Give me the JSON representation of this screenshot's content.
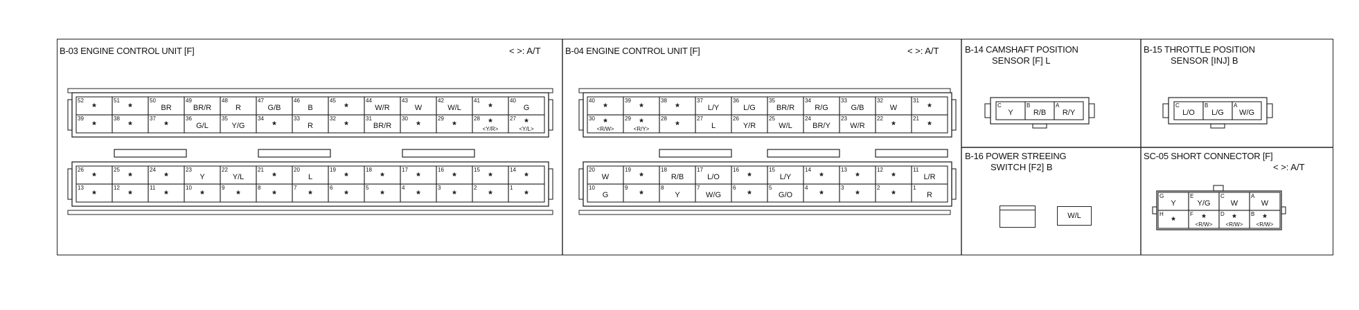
{
  "sections": {
    "b03": {
      "title": "B-03 ENGINE CONTROL UNIT [F]",
      "legend": "< >: A/T"
    },
    "b04": {
      "title": "B-04 ENGINE CONTROL UNIT [F]",
      "legend": "< >: A/T"
    },
    "b14": {
      "title": "B-14 CAMSHAFT POSITION",
      "title2": "SENSOR [F] L"
    },
    "b15": {
      "title": "B-15 THROTTLE POSITION",
      "title2": "SENSOR [INJ] B"
    },
    "b16": {
      "title": "B-16 POWER STREEING",
      "title2": "SWITCH [F2] B",
      "pin_label": "W/L"
    },
    "sc05": {
      "title": "SC-05 SHORT CONNECTOR [F]",
      "legend": "< >: A/T"
    }
  },
  "b03_pins": {
    "row1": [
      [
        "52",
        "*"
      ],
      [
        "51",
        "*"
      ],
      [
        "50",
        "BR"
      ],
      [
        "49",
        "BR/R"
      ],
      [
        "48",
        "R"
      ],
      [
        "47",
        "G/B"
      ],
      [
        "46",
        "B"
      ],
      [
        "45",
        "*"
      ],
      [
        "44",
        "W/R"
      ],
      [
        "43",
        "W"
      ],
      [
        "42",
        "W/L"
      ],
      [
        "41",
        "*"
      ],
      [
        "40",
        "G"
      ]
    ],
    "row2": [
      [
        "39",
        "*"
      ],
      [
        "38",
        "*"
      ],
      [
        "37",
        "*"
      ],
      [
        "36",
        "G/L"
      ],
      [
        "35",
        "Y/G"
      ],
      [
        "34",
        "*"
      ],
      [
        "33",
        "R"
      ],
      [
        "32",
        "*"
      ],
      [
        "31",
        "BR/R"
      ],
      [
        "30",
        "*"
      ],
      [
        "29",
        "*"
      ],
      [
        "28",
        "*|<Y/R>"
      ],
      [
        "27",
        "*|<Y/L>"
      ]
    ],
    "row3": [
      [
        "26",
        "*"
      ],
      [
        "25",
        "*"
      ],
      [
        "24",
        "*"
      ],
      [
        "23",
        "Y"
      ],
      [
        "22",
        "Y/L"
      ],
      [
        "21",
        "*"
      ],
      [
        "20",
        "L"
      ],
      [
        "19",
        "*"
      ],
      [
        "18",
        "*"
      ],
      [
        "17",
        "*"
      ],
      [
        "16",
        "*"
      ],
      [
        "15",
        "*"
      ],
      [
        "14",
        "*"
      ]
    ],
    "row4": [
      [
        "13",
        "*"
      ],
      [
        "12",
        "*"
      ],
      [
        "11",
        "*"
      ],
      [
        "10",
        "*"
      ],
      [
        "9",
        "*"
      ],
      [
        "8",
        "*"
      ],
      [
        "7",
        "*"
      ],
      [
        "6",
        "*"
      ],
      [
        "5",
        "*"
      ],
      [
        "4",
        "*"
      ],
      [
        "3",
        "*"
      ],
      [
        "2",
        "*"
      ],
      [
        "1",
        "*"
      ]
    ]
  },
  "b04_pins": {
    "row1": [
      [
        "40",
        "*"
      ],
      [
        "39",
        "*"
      ],
      [
        "38",
        "*"
      ],
      [
        "37",
        "L/Y"
      ],
      [
        "36",
        "L/G"
      ],
      [
        "35",
        "BR/R"
      ],
      [
        "34",
        "R/G"
      ],
      [
        "33",
        "G/B"
      ],
      [
        "32",
        "W"
      ],
      [
        "31",
        "*"
      ]
    ],
    "row2": [
      [
        "30",
        "*|<R/W>"
      ],
      [
        "29",
        "*|<R/Y>"
      ],
      [
        "28",
        "*"
      ],
      [
        "27",
        "L"
      ],
      [
        "26",
        "Y/R"
      ],
      [
        "25",
        "W/L"
      ],
      [
        "24",
        "BR/Y"
      ],
      [
        "23",
        "W/R"
      ],
      [
        "22",
        "*"
      ],
      [
        "21",
        "*"
      ]
    ],
    "row3": [
      [
        "20",
        "W"
      ],
      [
        "19",
        "*"
      ],
      [
        "18",
        "R/B"
      ],
      [
        "17",
        "L/O"
      ],
      [
        "16",
        "*"
      ],
      [
        "15",
        "L/Y"
      ],
      [
        "14",
        "*"
      ],
      [
        "13",
        "*"
      ],
      [
        "12",
        "*"
      ],
      [
        "11",
        "L/R"
      ]
    ],
    "row4": [
      [
        "10",
        "G"
      ],
      [
        "9",
        "*"
      ],
      [
        "8",
        "Y"
      ],
      [
        "7",
        "W/G"
      ],
      [
        "6",
        "*"
      ],
      [
        "5",
        "G/O"
      ],
      [
        "4",
        "*"
      ],
      [
        "3",
        "*"
      ],
      [
        "2",
        "*"
      ],
      [
        "1",
        "R"
      ]
    ]
  },
  "b14_pins": [
    [
      "C",
      "Y"
    ],
    [
      "B",
      "R/B"
    ],
    [
      "A",
      "R/Y"
    ]
  ],
  "b15_pins": [
    [
      "C",
      "L/O"
    ],
    [
      "B",
      "L/G"
    ],
    [
      "A",
      "W/G"
    ]
  ],
  "sc05_pins": {
    "top": [
      [
        "G",
        "Y"
      ],
      [
        "E",
        "Y/G"
      ],
      [
        "C",
        "W"
      ],
      [
        "A",
        "W"
      ]
    ],
    "bottom_h": [
      "H",
      "*"
    ],
    "bottom": [
      [
        "F",
        "*|<R/W>"
      ],
      [
        "D",
        "*|<R/W>"
      ],
      [
        "B",
        "*|<R/W>"
      ]
    ]
  }
}
